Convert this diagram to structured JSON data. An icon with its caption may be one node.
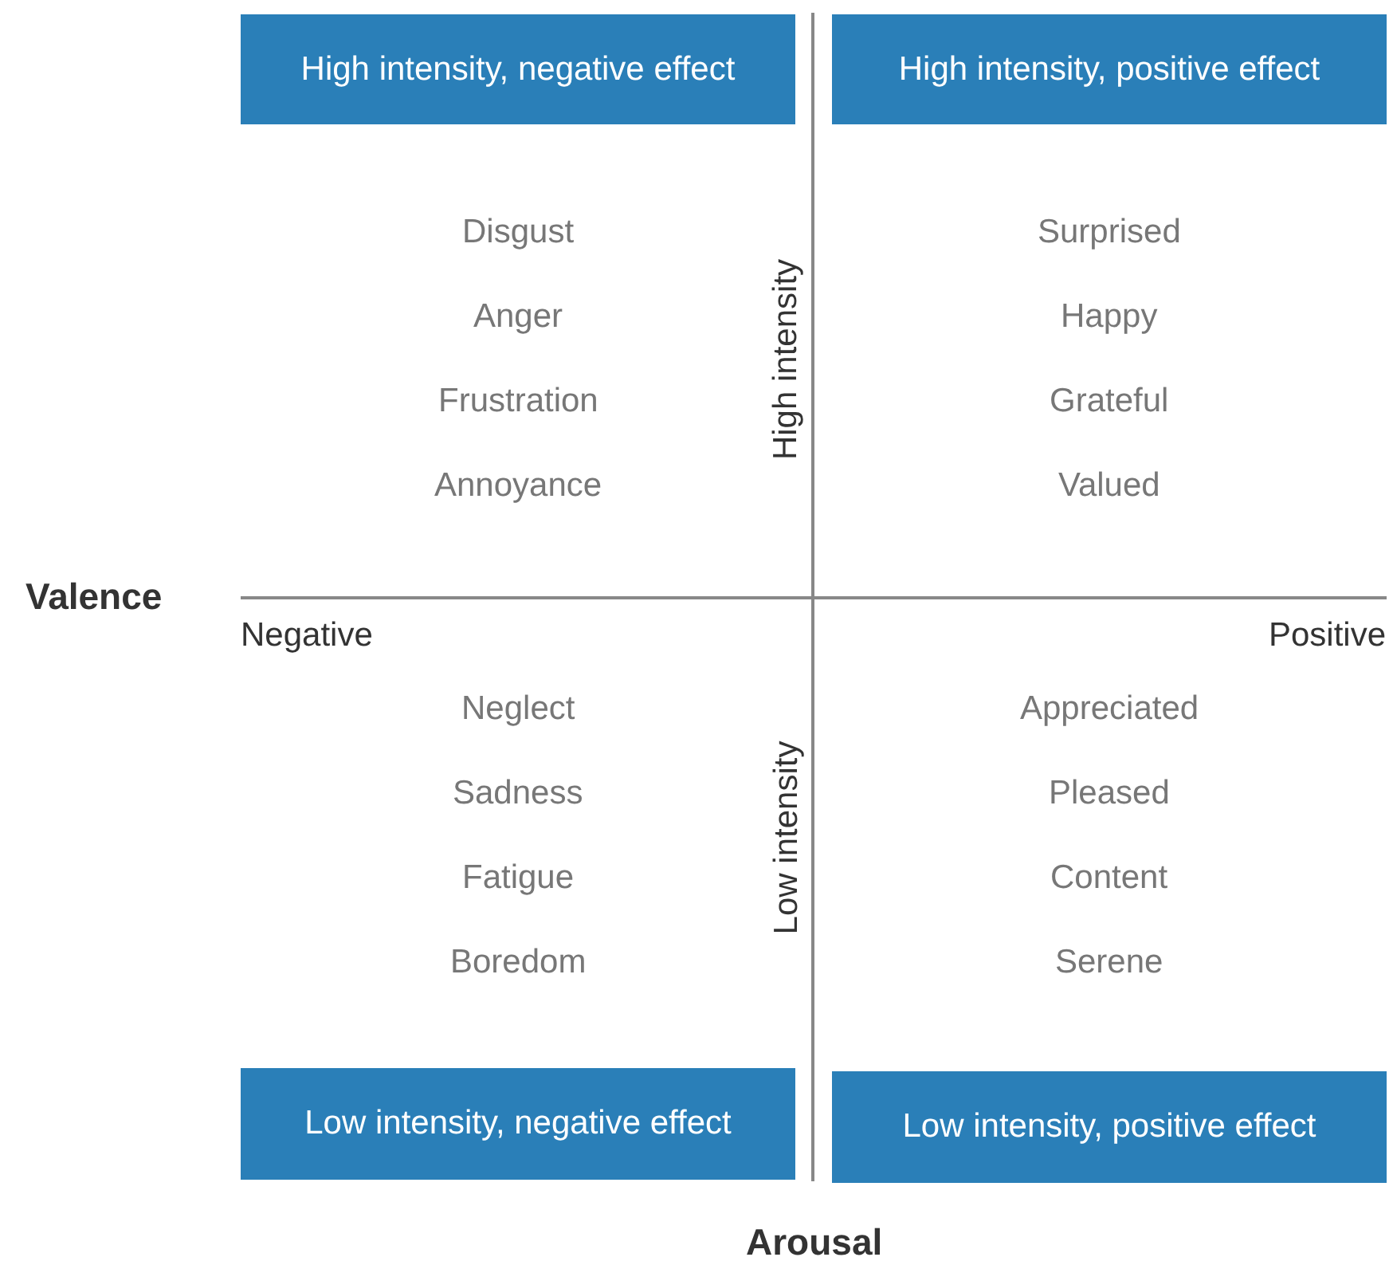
{
  "diagram": {
    "nodes": [
      {
        "text": [
          "High intensity, negative effect"
        ]
      },
      {
        "text": [
          "High intensity, positive effect"
        ]
      },
      {
        "text": [
          "Low intensity, negative effect"
        ]
      },
      {
        "text": [
          "Low intensity, positive effect"
        ]
      }
    ],
    "edges": [],
    "labels": [
      "Disgust",
      "Anger",
      "Frustration",
      "Annoyance",
      "High intensity",
      "Surprised",
      "Happy",
      "Grateful",
      "Valued",
      "Valence",
      "Negative",
      "Positive",
      "Neglect",
      "Sadness",
      "Fatigue",
      "Boredom",
      "Low intensity",
      "Appreciated",
      "Pleased",
      "Content",
      "Serene",
      "Arousal"
    ]
  }
}
